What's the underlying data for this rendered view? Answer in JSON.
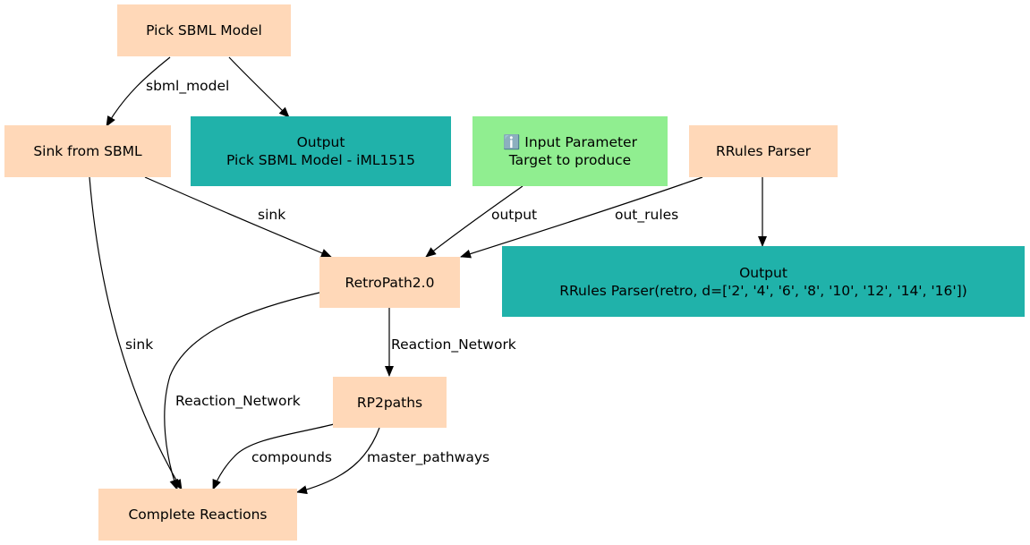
{
  "colors": {
    "step": "#ffd8b8",
    "output": "#20b2aa",
    "input_parameter": "#90ee90",
    "edge": "#000000"
  },
  "nodes": {
    "pick_sbml_model": {
      "line1": "Pick SBML Model",
      "line2": ""
    },
    "sink_from_sbml": {
      "line1": "Sink from SBML",
      "line2": ""
    },
    "output_pick_sbml": {
      "line1": "Output",
      "line2": "Pick SBML Model - iML1515"
    },
    "input_parameter": {
      "line1": "ℹ️ Input Parameter",
      "line2": "Target to produce",
      "icon": "info-icon"
    },
    "rrules_parser": {
      "line1": "RRules Parser",
      "line2": ""
    },
    "retropath": {
      "line1": "RetroPath2.0",
      "line2": ""
    },
    "output_rrules": {
      "line1": "Output",
      "line2": "RRules Parser(retro, d=['2', '4', '6', '8', '10', '12', '14', '16'])"
    },
    "rp2paths": {
      "line1": "RP2paths",
      "line2": ""
    },
    "complete_reactions": {
      "line1": "Complete Reactions",
      "line2": ""
    }
  },
  "edges": {
    "sbml_model": "sbml_model",
    "sink_to_retropath": "sink",
    "output": "output",
    "out_rules": "out_rules",
    "reaction_network_to_rp2paths": "Reaction_Network",
    "sink_to_complete": "sink",
    "reaction_network_to_complete": "Reaction_Network",
    "compounds": "compounds",
    "master_pathways": "master_pathways"
  }
}
